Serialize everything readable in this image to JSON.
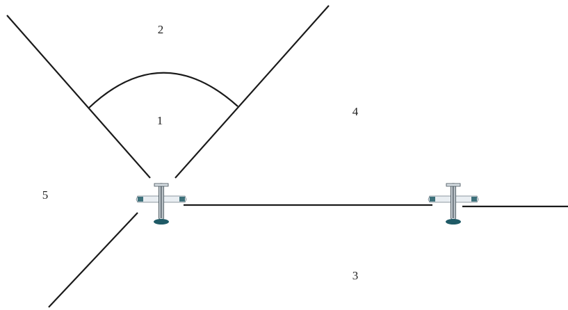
{
  "diagram": {
    "region_labels": {
      "r1": "1",
      "r2": "2",
      "r3": "3",
      "r4": "4",
      "r5": "5"
    },
    "colors": {
      "line": "#1a1a1a",
      "aircraft_body": "#e9eef2",
      "aircraft_accent": "#1f5a66",
      "aircraft_outline": "#6b7b84"
    },
    "icons": {
      "lead_aircraft": "airplane-icon",
      "trailing_aircraft": "airplane-icon"
    }
  }
}
